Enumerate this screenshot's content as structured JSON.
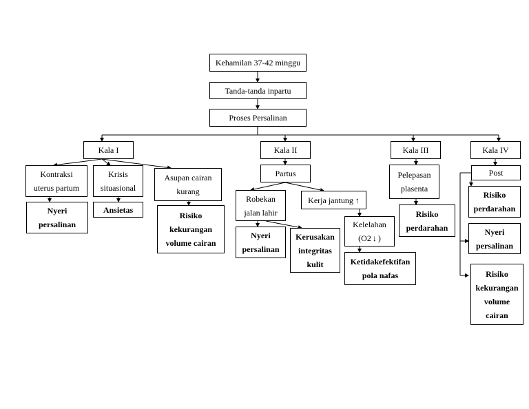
{
  "nodes": {
    "kehamilan": "Kehamilan 37-42 minggu",
    "tanda": "Tanda-tanda inpartu",
    "proses": "Proses Persalinan",
    "kala1": "Kala I",
    "kala2": "Kala II",
    "kala3": "Kala III",
    "kala4": "Kala IV",
    "kontraksi": "Kontraksi\nuterus partum",
    "krisis": "Krisis\nsituasional",
    "asupan": "Asupan cairan\nkurang",
    "nyeri1": "Nyeri\npersalinan",
    "ansietas": "Ansietas",
    "risiko_cairan1": "Risiko\nkekurangan\nvolume cairan",
    "partus": "Partus",
    "robekan": "Robekan\njalan lahir",
    "kerja": "Kerja jantung",
    "kelelahan": "Kelelahan\n(O2",
    "kelelahan_close": ")",
    "nyeri2": "Nyeri\npersalinan",
    "kerusakan": "Kerusakan\nintegritas\nkulit",
    "ketidak": "Ketidakefektifan\npola nafas",
    "pelepasan": "Pelepasan\nplasenta",
    "risiko_perd1": "Risiko\nperdarahan",
    "post": "Post",
    "risiko_perd2": "Risiko\nperdarahan",
    "nyeri3": "Nyeri\npersalinan",
    "risiko_cairan2": "Risiko\nkekurangan\nvolume\ncairan"
  },
  "arrow_glyphs": {
    "up": "↑",
    "down": "↓"
  }
}
